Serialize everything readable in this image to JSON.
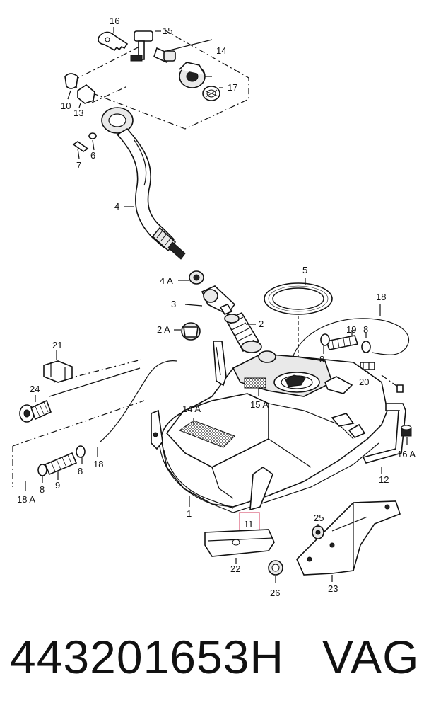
{
  "callouts": {
    "c16": "16",
    "c15": "15",
    "c14": "14",
    "c17": "17",
    "c10": "10",
    "c13": "13",
    "c6": "6",
    "c7": "7",
    "c4": "4",
    "c4a": "4 A",
    "c5": "5",
    "c3": "3",
    "c2": "2",
    "c2a": "2 A",
    "c18": "18",
    "c19": "19",
    "c8a": "8",
    "c8b": "8",
    "c20": "20",
    "c21": "21",
    "c24": "24",
    "c14a": "14 A",
    "c15a": "15 A",
    "c16a": "16 A",
    "c18b": "18",
    "c8c": "8",
    "c8d": "8",
    "c9": "9",
    "c18a": "18 A",
    "c12": "12",
    "c1": "1",
    "c11": "11",
    "c22": "22",
    "c25": "25",
    "c26": "26",
    "c23": "23"
  },
  "highlight_color": "#e07a90",
  "footer": {
    "part_number": "443201653H",
    "brand": "VAG"
  }
}
